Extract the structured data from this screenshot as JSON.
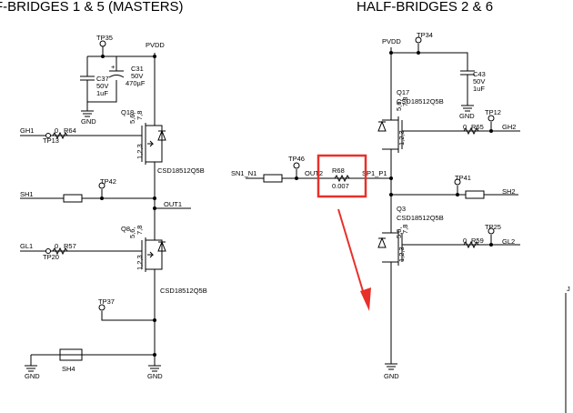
{
  "headers": {
    "left": "F-BRIDGES 1 & 5 (MASTERS)",
    "right": "HALF-BRIDGES 2 & 6"
  },
  "left": {
    "tp35": "TP35",
    "pvdd": "PVDD",
    "c37": "C37",
    "c37_v": "50V",
    "c37_val": "1uF",
    "c31": "C31",
    "c31_v": "50V",
    "c31_val": "470µF",
    "plus": "+",
    "gnd_top": "GND",
    "q18": "Q18",
    "q18_pins_a": "5,6,",
    "q18_pins_b": "7,8",
    "q18_pins_c": "1,2,3",
    "q18_part": "CSD18512Q5B",
    "gh1": "GH1",
    "r64_val": "0",
    "r64": "R64",
    "tp13": "TP13",
    "tp42": "TP42",
    "sh1": "SH1",
    "out1": "OUT1",
    "q8": "Q8",
    "q8_pins_a": "5,6,",
    "q8_pins_b": "7,8",
    "q8_pins_c": "1,2,3",
    "gl1": "GL1",
    "r57_val": "0",
    "r57": "R57",
    "tp20": "TP20",
    "q8_part": "CSD18512Q5B",
    "tp37": "TP37",
    "gnd_left": "GND",
    "sh4": "SH4",
    "gnd_bottom": "GND"
  },
  "middle": {
    "sn1_n1": "SN1_N1",
    "tp46": "TP46",
    "out2": "OUT2",
    "r68": "R68",
    "r68_val": "0.007",
    "sp1_p1": "SP1_P1"
  },
  "right": {
    "pvdd": "PVDD",
    "tp34": "TP34",
    "c43": "C43",
    "c43_v": "50V",
    "c43_val": "1uF",
    "gnd_cap": "GND",
    "q17": "Q17",
    "q17_part": "CSD18512Q5B",
    "q17_pins_a": "5,6,",
    "q17_pins_b": "7,8",
    "q17_pins_c": "1,2,3",
    "tp12": "TP12",
    "r65_val": "0",
    "r65": "R65",
    "gh2": "GH2",
    "tp41": "TP41",
    "sh2": "SH2",
    "q3": "Q3",
    "q3_part": "CSD18512Q5B",
    "q3_pins_a": "5,6,",
    "q3_pins_b": "7,8",
    "q3_pins_c": "1,2,3",
    "tp25": "TP25",
    "r59_val": "0",
    "r59": "R59",
    "gl2": "GL2",
    "gnd_bottom": "GND",
    "edge": "J"
  },
  "colors": {
    "wire": "#000000",
    "highlight": "#e8302a",
    "background": "#ffffff"
  }
}
